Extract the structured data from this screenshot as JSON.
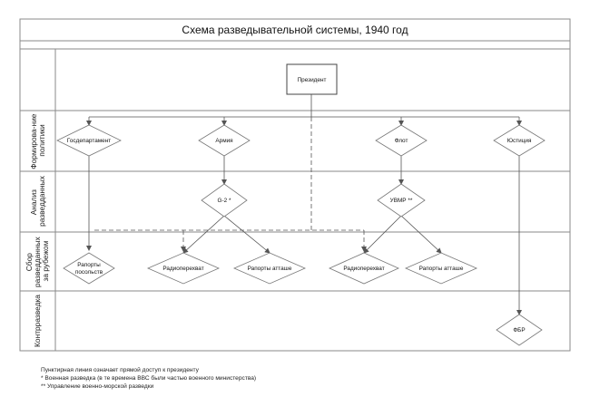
{
  "title": "Схема разведывательной системы, 1940 год",
  "lanes": [
    {
      "id": "policy",
      "lines": [
        "Формирова-ние",
        "политики"
      ]
    },
    {
      "id": "analysis",
      "lines": [
        "Анализ",
        "разведданных"
      ]
    },
    {
      "id": "collection",
      "lines": [
        "Сбор",
        "разведданных",
        "за рубежом"
      ]
    },
    {
      "id": "counterintel",
      "lines": [
        "Контрразведка"
      ]
    }
  ],
  "nodes": {
    "president": "Президент",
    "state_dept": "Госдепартамент",
    "army": "Армия",
    "navy": "Флот",
    "justice": "Юстиция",
    "g2": "G-2 *",
    "onr": "УВМР **",
    "embassy_reports": [
      "Рапорты",
      "посольств"
    ],
    "army_radio": "Радиоперехват",
    "army_attache": "Рапорты атташе",
    "navy_radio": "Радиоперехват",
    "navy_attache": "Рапорты атташе",
    "fbi": "ФБР"
  },
  "notes": [
    "Пунктирная линия означает прямой доступ к президенту",
    "* Военная разведка (в те времена ВВС были частью военного министерства)",
    "** Управление военно-морской разведки"
  ]
}
